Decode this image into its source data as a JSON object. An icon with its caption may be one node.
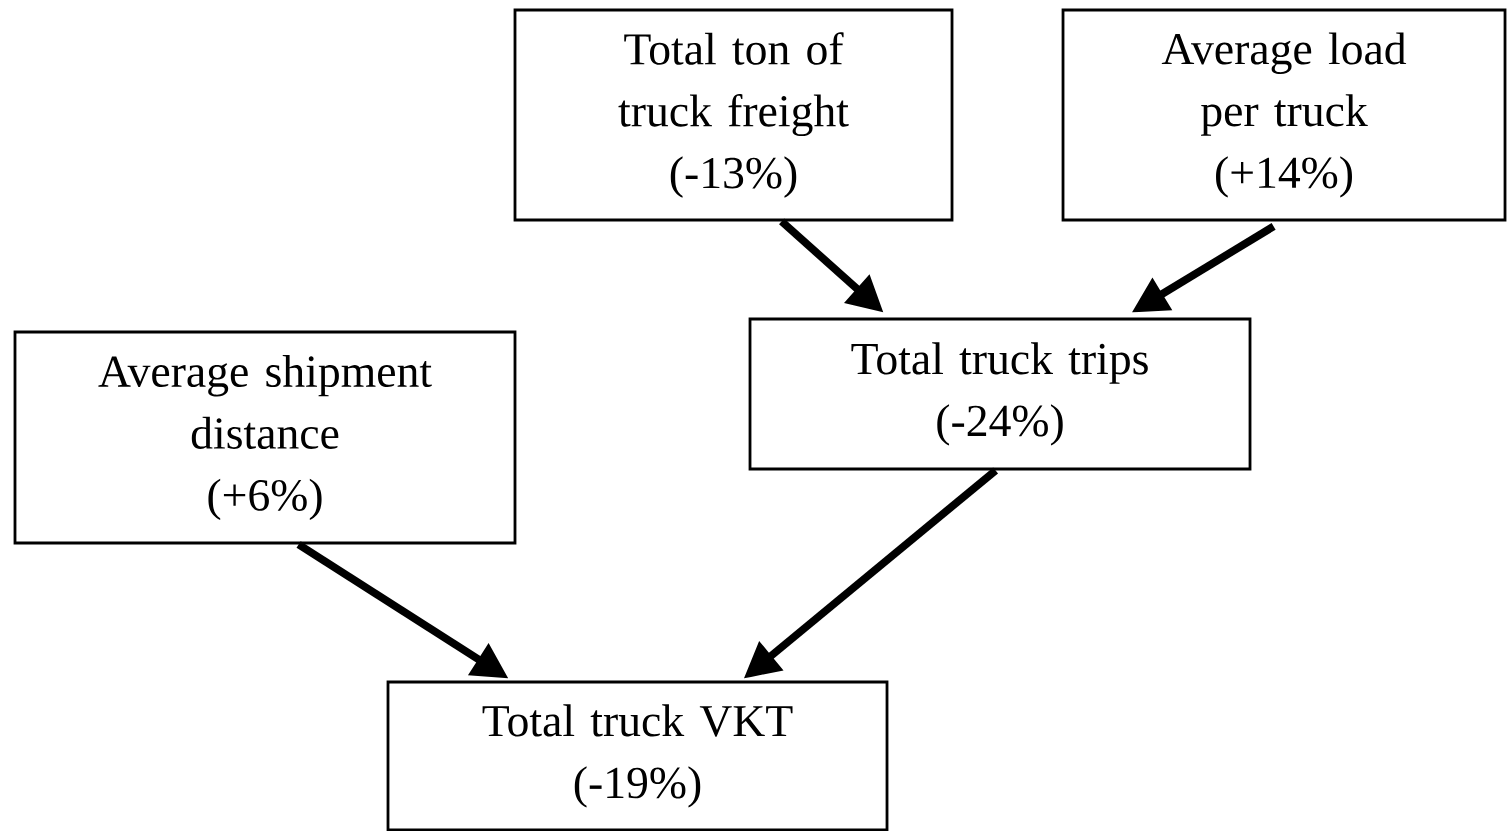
{
  "diagram": {
    "nodes": [
      {
        "text": [
          "Total ton of truck freight",
          "(-13%)"
        ]
      },
      {
        "text": [
          "Average load per truck",
          "(+14%)"
        ]
      },
      {
        "text": [
          "Average shipment distance",
          "(+6%)"
        ]
      },
      {
        "text": [
          "Total truck trips",
          "(-24%)"
        ]
      },
      {
        "text": [
          "Total truck VKT",
          "(-19%)"
        ]
      }
    ],
    "edges": [
      {
        "from": 0,
        "to": 3,
        "arrow": "to"
      },
      {
        "from": 1,
        "to": 3,
        "arrow": "to"
      },
      {
        "from": 2,
        "to": 4,
        "arrow": "to"
      },
      {
        "from": 3,
        "to": 4,
        "arrow": "to"
      }
    ]
  }
}
